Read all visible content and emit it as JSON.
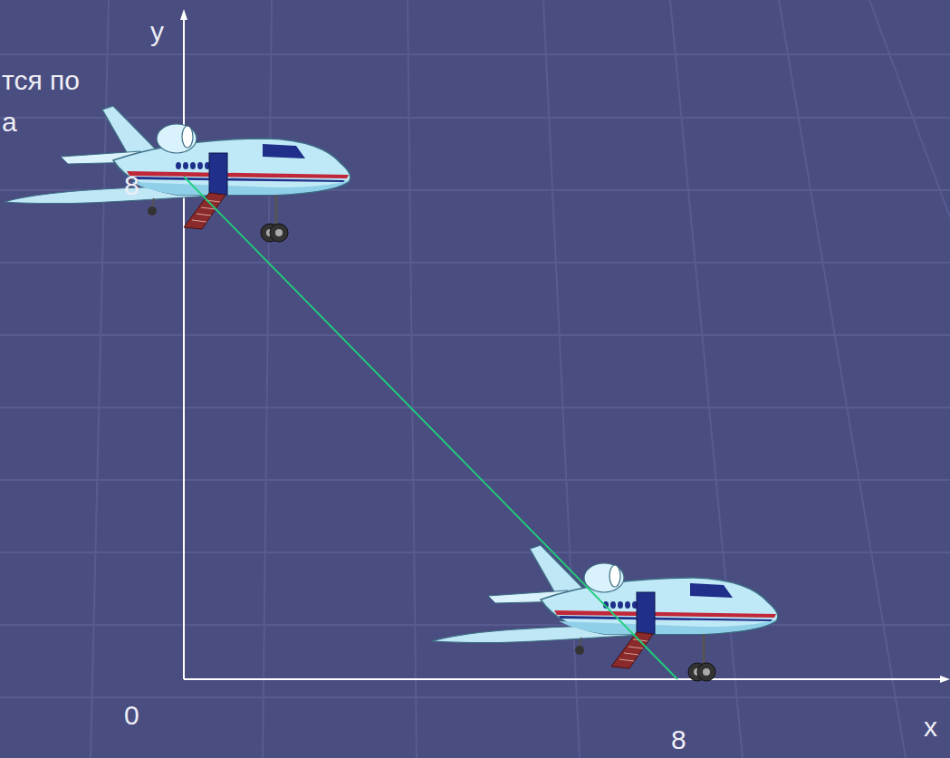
{
  "diagram": {
    "labels": [
      "тся по",
      "а",
      "y",
      "8",
      "0",
      "8",
      "x"
    ]
  }
}
